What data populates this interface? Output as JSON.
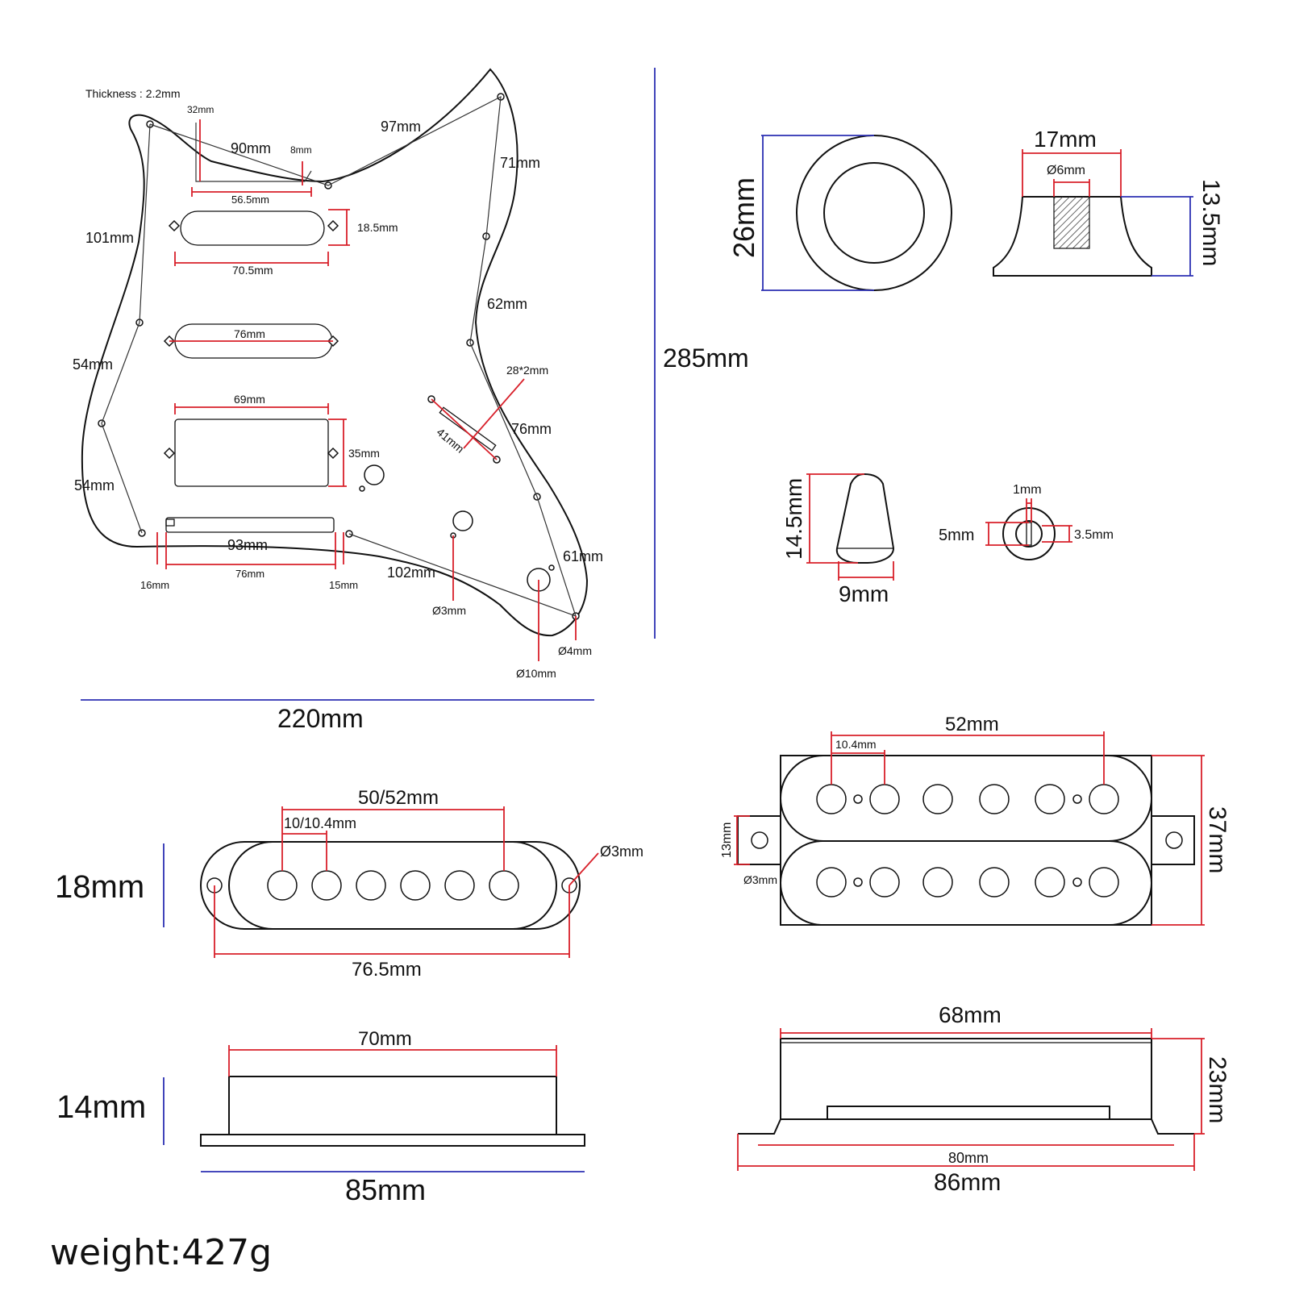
{
  "pickguard": {
    "thickness": "Thickness : 2.2mm",
    "dims": {
      "d32": "32mm",
      "d90": "90mm",
      "d8": "8mm",
      "d97": "97mm",
      "d71": "71mm",
      "d56_5": "56.5mm",
      "d101": "101mm",
      "d18_5": "18.5mm",
      "d70_5": "70.5mm",
      "d62": "62mm",
      "d76a": "76mm",
      "d54a": "54mm",
      "d28x2": "28*2mm",
      "d69": "69mm",
      "d41": "41mm",
      "d76b": "76mm",
      "d35": "35mm",
      "d54b": "54mm",
      "d93": "93mm",
      "d61": "61mm",
      "d102": "102mm",
      "d16": "16mm",
      "d76c": "76mm",
      "d15": "15mm",
      "dia3": "Ø3mm",
      "dia4": "Ø4mm",
      "dia10": "Ø10mm",
      "width": "220mm",
      "height": "285mm"
    }
  },
  "ring": {
    "diameter": "26mm"
  },
  "knob": {
    "width": "17mm",
    "shaft": "Ø6mm",
    "height": "13.5mm"
  },
  "switch_tip": {
    "height": "14.5mm",
    "width": "9mm",
    "slot": "1mm",
    "outer": "5mm",
    "inner": "3.5mm"
  },
  "single_coil": {
    "pole_span": "50/52mm",
    "pole_gap": "10/10.4mm",
    "height": "18mm",
    "hole": "Ø3mm",
    "mount_span": "76.5mm"
  },
  "single_side": {
    "cover_len": "70mm",
    "height": "14mm",
    "base_len": "85mm"
  },
  "humbucker": {
    "pole_span": "52mm",
    "pole_gap": "10.4mm",
    "height": "37mm",
    "ear_height": "13mm",
    "hole": "Ø3mm"
  },
  "humbucker_side": {
    "top_len": "68mm",
    "height": "23mm",
    "inner_len": "80mm",
    "total_len": "86mm"
  },
  "weight": "weight:427g"
}
